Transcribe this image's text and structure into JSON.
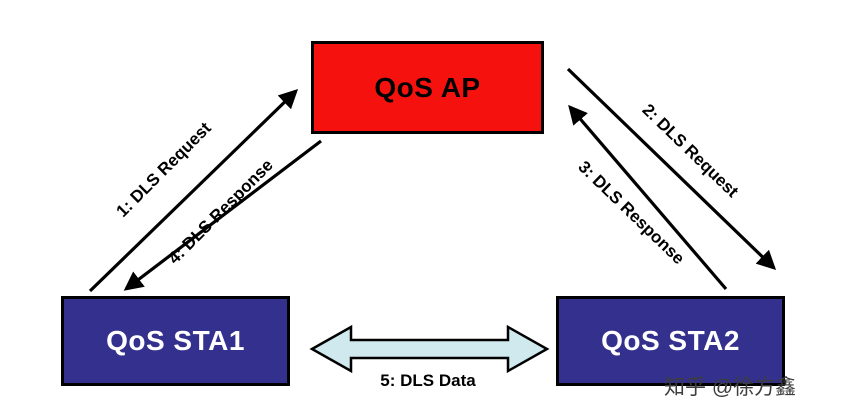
{
  "diagram": {
    "nodes": {
      "ap": {
        "label": "QoS AP",
        "bg": "#f5120e",
        "text": "#000000"
      },
      "sta1": {
        "label": "QoS STA1",
        "bg": "#34318e",
        "text": "#ffffff"
      },
      "sta2": {
        "label": "QoS STA2",
        "bg": "#34318e",
        "text": "#ffffff"
      }
    },
    "arrows": [
      {
        "label": "1: DLS Request",
        "from": "QoS STA1",
        "to": "QoS AP"
      },
      {
        "label": "2: DLS Request",
        "from": "QoS AP",
        "to": "QoS STA2"
      },
      {
        "label": "3: DLS Response",
        "from": "QoS STA2",
        "to": "QoS AP"
      },
      {
        "label": "4: DLS Response",
        "from": "QoS AP",
        "to": "QoS STA1"
      },
      {
        "label": "5: DLS Data",
        "from": "QoS STA1",
        "to": "QoS STA2",
        "style": "double-headed"
      }
    ],
    "colors": {
      "arrow_stroke": "#000000",
      "data_arrow_fill": "#cfe9ee"
    },
    "watermark": "知乎 @徐方鑫"
  }
}
